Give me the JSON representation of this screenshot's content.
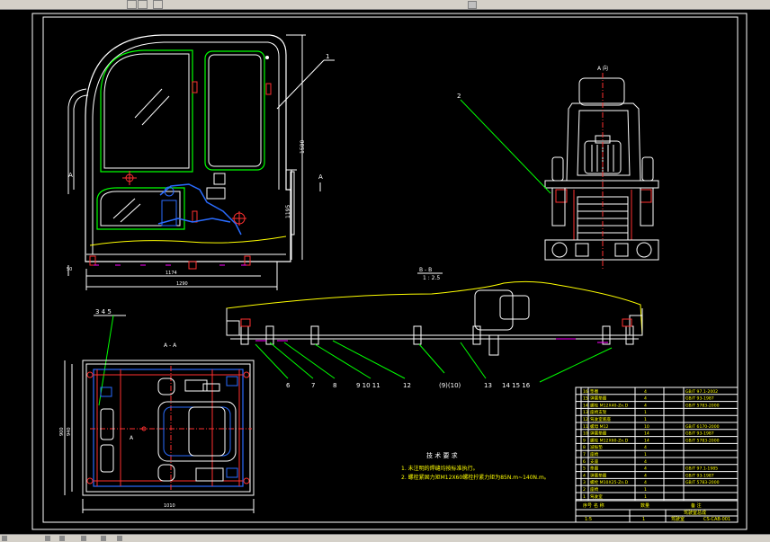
{
  "callouts": [
    "1",
    "2",
    "3 4 5",
    "6",
    "7",
    "8",
    "9 10 11",
    "12",
    "(9)(10)",
    "13",
    "14 15 16"
  ],
  "views": {
    "view_a_top": "A 向",
    "view_a_left": "A",
    "view_a_right": "A",
    "section_bb": "B - B",
    "section_bb_scale": "1 : 2.5",
    "section_aa": "A - A",
    "arrow_a": "A"
  },
  "dims": {
    "cab_height": "1580",
    "cab_mid_height": "1195",
    "cab_base_width": "1174",
    "cab_total_width": "1290",
    "cab_left_small": "50",
    "plan_width": "1010",
    "plan_left_a": "900",
    "plan_left_b": "940"
  },
  "notes": {
    "title": "技 术 要 求",
    "line1": "1. 未注明的焊缝均按标准执行。",
    "line2": "2. 螺栓紧固力矩M12X60螺栓拧紧力矩为85N.m~140N.m。"
  },
  "title_block": {
    "rows": [
      {
        "no": "16",
        "name": "垫圈",
        "qty": "4",
        "std": "GB/T 97.1-2002"
      },
      {
        "no": "15",
        "name": "弹簧垫圈",
        "qty": "4",
        "std": "GB/T 93-1987"
      },
      {
        "no": "14",
        "name": "螺栓 M12X40-Zn.D",
        "qty": "4",
        "std": "GB/T 5783-2000"
      },
      {
        "no": "13",
        "name": "座椅支架",
        "qty": "1",
        "std": ""
      },
      {
        "no": "12",
        "name": "驾驶室底座",
        "qty": "1",
        "std": ""
      },
      {
        "no": "11",
        "name": "螺母 M12",
        "qty": "10",
        "std": "GB/T 6170-2000"
      },
      {
        "no": "10",
        "name": "弹簧垫圈",
        "qty": "14",
        "std": "GB/T 93-1987"
      },
      {
        "no": "9",
        "name": "螺栓 M12X60-Zn.D",
        "qty": "14",
        "std": "GB/T 5783-2000"
      },
      {
        "no": "8",
        "name": "减振垫",
        "qty": "4",
        "std": ""
      },
      {
        "no": "7",
        "name": "座椅",
        "qty": "1",
        "std": ""
      },
      {
        "no": "6",
        "name": "支座",
        "qty": "4",
        "std": ""
      },
      {
        "no": "5",
        "name": "垫圈",
        "qty": "4",
        "std": "GB/T 97.1-1985"
      },
      {
        "no": "4",
        "name": "弹簧垫圈",
        "qty": "4",
        "std": "GB/T 93-1987"
      },
      {
        "no": "3",
        "name": "螺栓 M10X25-Zn.D",
        "qty": "4",
        "std": "GB/T 5783-2000"
      },
      {
        "no": "2",
        "name": "座椅",
        "qty": "1",
        "std": ""
      },
      {
        "no": "1",
        "name": "驾驶室",
        "qty": "1",
        "std": ""
      }
    ],
    "header": {
      "no": "序号",
      "name": "名 称",
      "qty": "数量",
      "std": "备 注"
    },
    "title": "驾驶室总成",
    "scale": "1:5",
    "sheet": "1",
    "drawing_no": "驾驶室",
    "code": "CS-CAB-001"
  },
  "colors": {
    "background": "#000000",
    "frame": "#ffffff",
    "dimension": "#ffffff",
    "leader": "#00ff00",
    "seat": "#0000ff",
    "mechanism": "#2a6cff",
    "red_detail": "#ff3030",
    "yellow": "#ffff00",
    "magenta": "#ff00ff",
    "cyan": "#00ffff"
  }
}
